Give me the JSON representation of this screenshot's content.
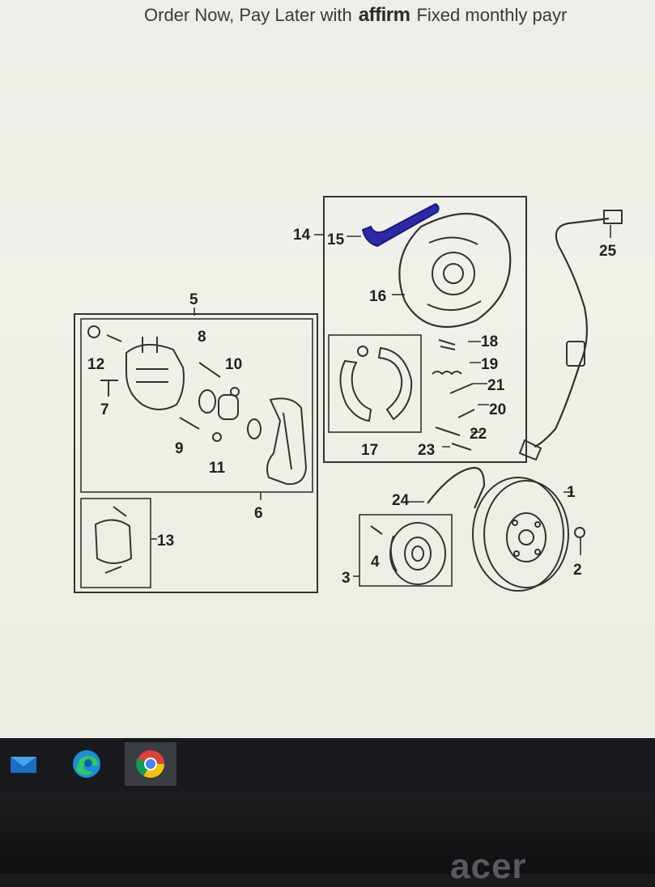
{
  "banner": {
    "prefix": "Order Now, Pay Later with",
    "logo": "affirm",
    "suffix": "Fixed monthly payr"
  },
  "diagram": {
    "callouts": [
      "1",
      "2",
      "3",
      "4",
      "5",
      "6",
      "7",
      "8",
      "9",
      "10",
      "11",
      "12",
      "13",
      "14",
      "15",
      "16",
      "17",
      "18",
      "19",
      "20",
      "21",
      "22",
      "23",
      "24",
      "25"
    ],
    "highlight_color": "#2a2aa8"
  },
  "taskbar": {
    "icons": [
      "mail-icon",
      "edge-icon",
      "chrome-icon"
    ]
  },
  "monitor": {
    "brand": "acer"
  }
}
